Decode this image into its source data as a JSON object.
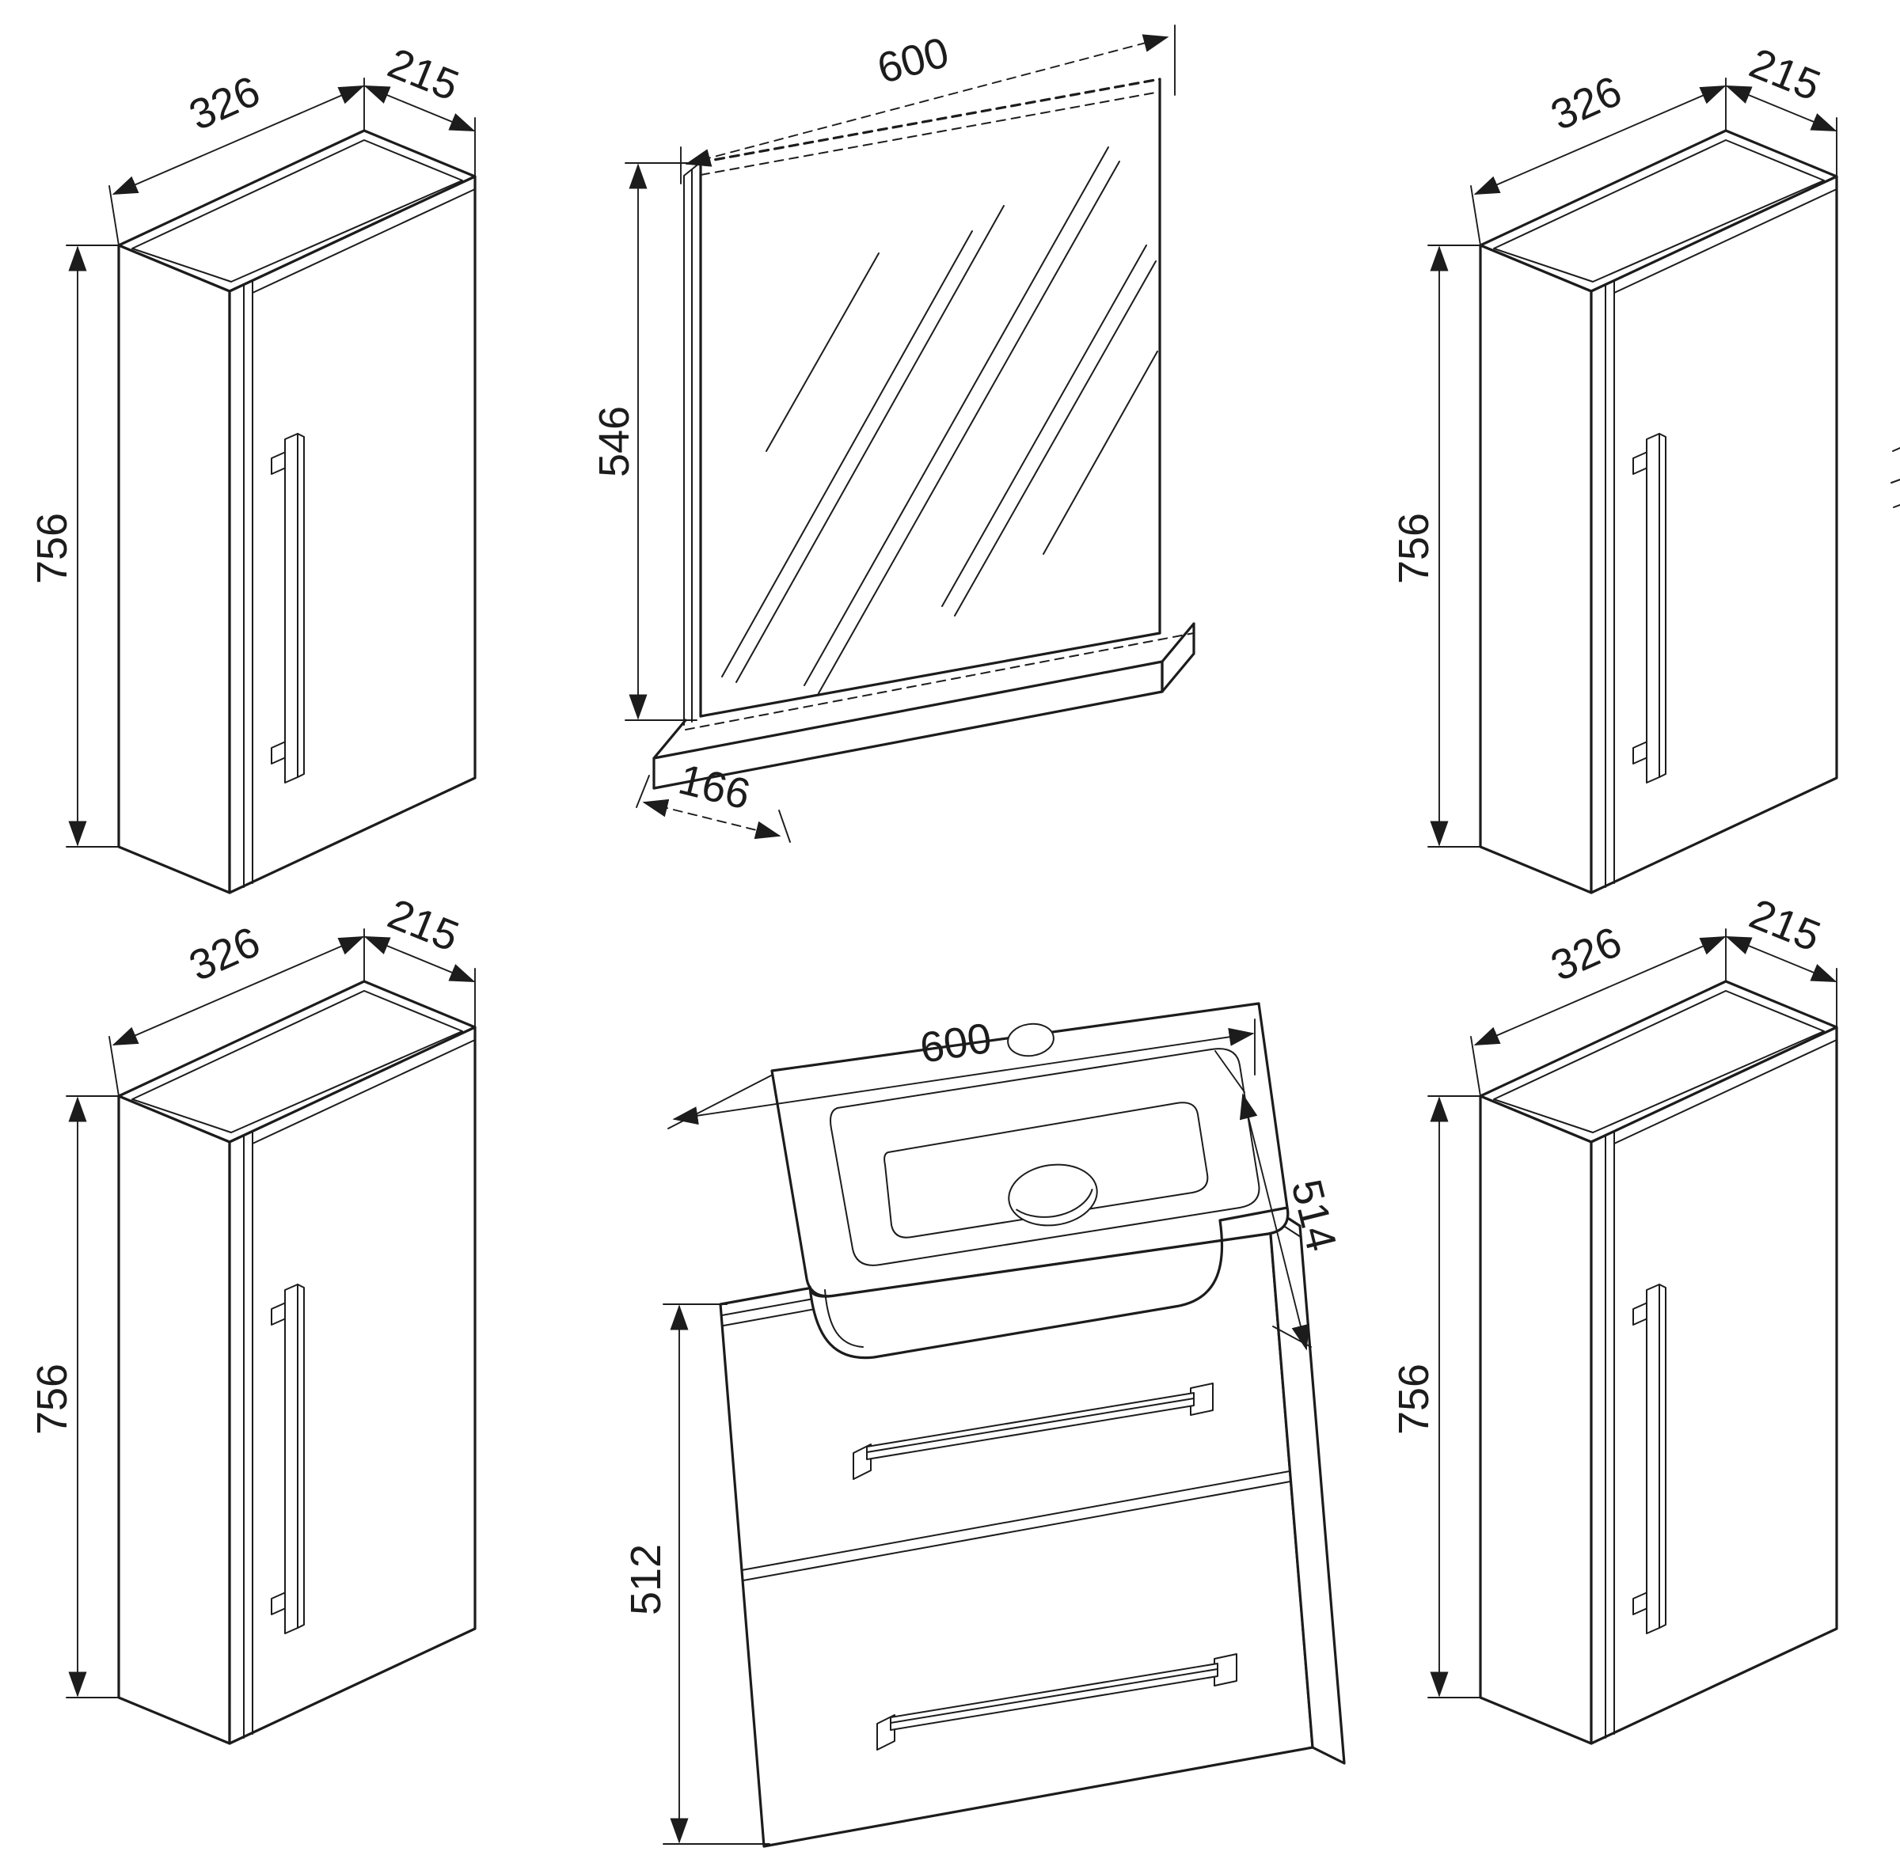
{
  "drawing": {
    "background": "#ffffff",
    "line_color": "#1c1c1c",
    "cabinets": {
      "top_left": {
        "width": "326",
        "depth": "215",
        "height": "756"
      },
      "top_right": {
        "width": "326",
        "depth": "215",
        "height": "756"
      },
      "bottom_left": {
        "width": "326",
        "depth": "215",
        "height": "756"
      },
      "bottom_right": {
        "width": "326",
        "depth": "215",
        "height": "756"
      }
    },
    "mirror": {
      "width": "600",
      "height": "546",
      "shelf_depth": "166"
    },
    "vanity": {
      "width": "600",
      "basin_depth": "514",
      "cabinet_height": "512"
    }
  }
}
